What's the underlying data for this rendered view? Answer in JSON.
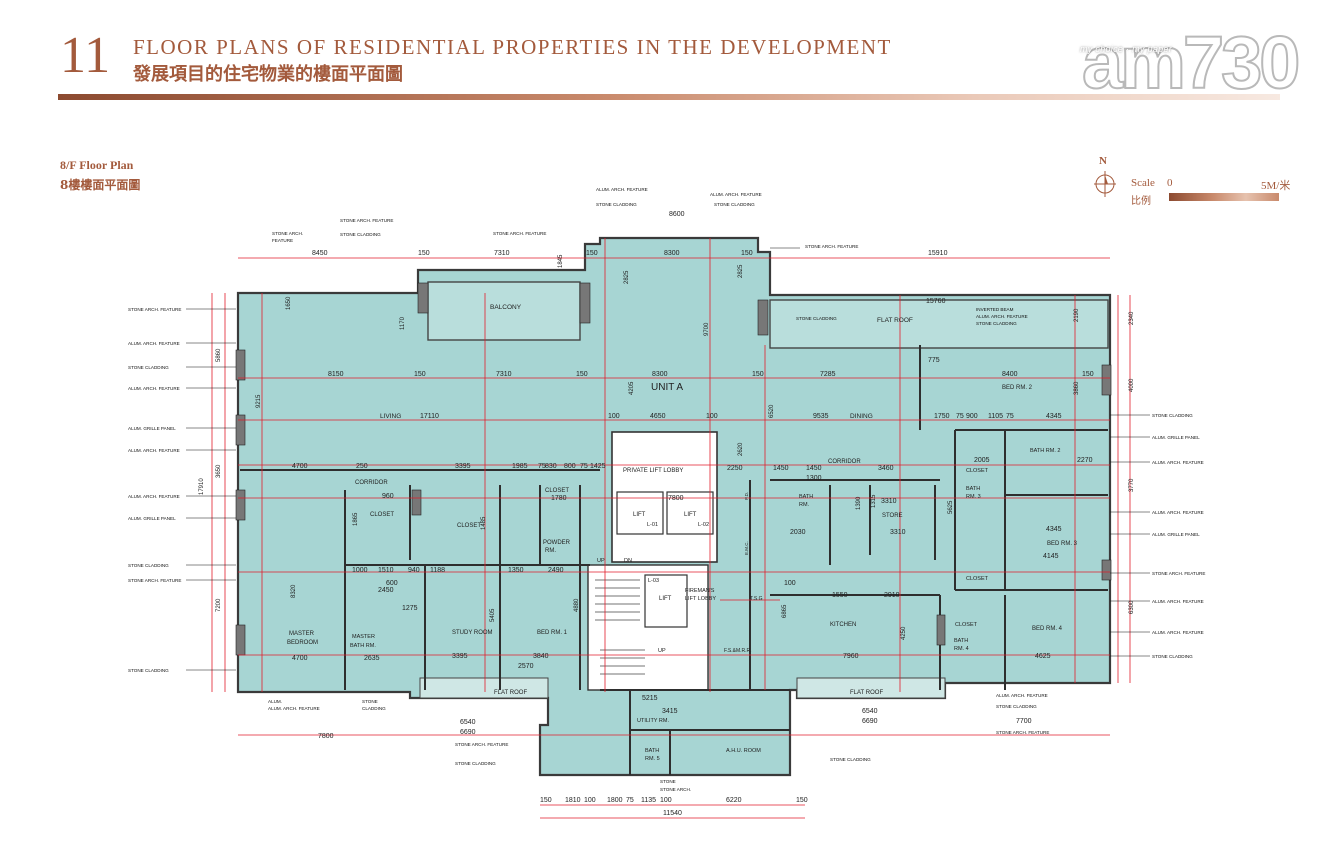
{
  "header": {
    "section_number": "11",
    "title_en": "FLOOR PLANS OF RESIDENTIAL PROPERTIES IN THE DEVELOPMENT",
    "title_zh": "發展項目的住宅物業的樓面平面圖"
  },
  "logo": {
    "text": "am730",
    "tagline": "my choice · my paper"
  },
  "plan_label": {
    "en": "8/F Floor Plan",
    "zh": "8樓樓面平面圖"
  },
  "north": "N",
  "scale": {
    "label_en": "Scale",
    "label_zh": "比例",
    "start": "0",
    "end": "5M/米"
  },
  "unit": "UNIT A",
  "rooms": {
    "balcony": "BALCONY",
    "flat_roof_top": "FLAT ROOF",
    "living": "LIVING",
    "dining": "DINING",
    "corridor_left": "CORRIDOR",
    "corridor_right": "CORRIDOR",
    "closet_1": "CLOSET",
    "closet_2": "CLOSET",
    "closet_3": "CLOSET",
    "powder": "POWDER",
    "powder_2": "RM.",
    "private_lift_lobby": "PRIVATE LIFT LOBBY",
    "lift_01": "LIFT",
    "lift_01_no": "L-01",
    "lift_02": "LIFT",
    "lift_02_no": "L-02",
    "lift_03_no": "L-03",
    "lift_03": "LIFT",
    "firemans_lobby": "FIREMAN'S",
    "firemans_lobby_2": "LIFT LOBBY",
    "master_bedroom": "MASTER",
    "master_bedroom_2": "BEDROOM",
    "master_bath": "MASTER",
    "master_bath_2": "BATH RM.",
    "study": "STUDY ROOM",
    "bed1": "BED RM. 1",
    "bed2": "BED RM. 2",
    "bed3": "BED RM. 3",
    "bed4": "BED RM. 4",
    "bath2": "BATH RM. 2",
    "bath3": "BATH",
    "bath3_2": "RM. 3",
    "bath4": "BATH",
    "bath4_2": "RM. 4",
    "bath5": "BATH",
    "bath5_2": "RM. 5",
    "bath_small": "BATH",
    "bath_small_2": "RM.",
    "closet_r1": "CLOSET",
    "closet_r2": "CLOSET",
    "closet_r3": "CLOSET",
    "store": "STORE",
    "kitchen": "KITCHEN",
    "utility": "UTILITY RM.",
    "ahu": "A.H.U. ROOM",
    "flat_roof_bl": "FLAT ROOF",
    "flat_roof_br": "FLAT ROOF",
    "emc": "E.M.C.",
    "pd": "P.D.",
    "fsamrr": "F.S.&M.R.R.",
    "tsg": "T.S.G",
    "up1": "UP",
    "dn1": "DN",
    "up2": "UP"
  },
  "annotations": {
    "stone_arch_feature": "STONE ARCH. FEATURE",
    "stone_cladding": "STONE CLADDING",
    "alum_arch_feature": "ALUM. ARCH. FEATURE",
    "alum_grille_panel": "ALUM. GRILLE PANEL",
    "inverted_beam": "INVERTED BEAM",
    "stone_arch": "STONE ARCH.",
    "feature": "FEATURE",
    "alum": "ALUM.",
    "stone": "STONE",
    "cladding": "CLADDING"
  },
  "dimensions": {
    "top": [
      "8450",
      "150",
      "7310",
      "1845",
      "150",
      "8300",
      "150",
      "2825",
      "15910",
      "8600"
    ],
    "row_a": [
      "8150",
      "150",
      "7310",
      "150",
      "8300",
      "150",
      "7285",
      "8400",
      "150"
    ],
    "row_b": [
      "17110",
      "100",
      "4650",
      "100",
      "9535",
      "1750",
      "75",
      "900",
      "1105",
      "75",
      "4345"
    ],
    "row_c": [
      "4700",
      "250",
      "3395",
      "1985",
      "75",
      "830",
      "800",
      "75",
      "1425",
      "2250",
      "1450",
      "1450",
      "3460",
      "2005",
      "2270"
    ],
    "bottom_a": [
      "6540",
      "6690",
      "7800",
      "5215",
      "3415",
      "6540",
      "6690",
      "7700"
    ],
    "bottom_b": [
      "150",
      "1810",
      "100",
      "1800",
      "75",
      "1135",
      "100",
      "6220",
      "150",
      "11540"
    ],
    "left": [
      "5860",
      "17910",
      "7200",
      "8320",
      "9215",
      "3650"
    ],
    "right": [
      "2340",
      "4000",
      "3770",
      "6300"
    ],
    "misc": [
      "2490",
      "1350",
      "4880",
      "1000",
      "1510",
      "940",
      "1188",
      "5405",
      "3840",
      "2570",
      "4700",
      "3395",
      "2635",
      "2450",
      "1275",
      "1780",
      "1865",
      "1485",
      "1550",
      "2910",
      "7960",
      "4625",
      "4145",
      "4345",
      "5625",
      "3310",
      "3310",
      "1390",
      "1315",
      "1300",
      "2030",
      "9700",
      "4205",
      "6520",
      "2620",
      "6865",
      "4250",
      "3860",
      "7800",
      "1650",
      "1170",
      "960",
      "600",
      "15760",
      "2190",
      "775",
      "100",
      "2825"
    ]
  }
}
